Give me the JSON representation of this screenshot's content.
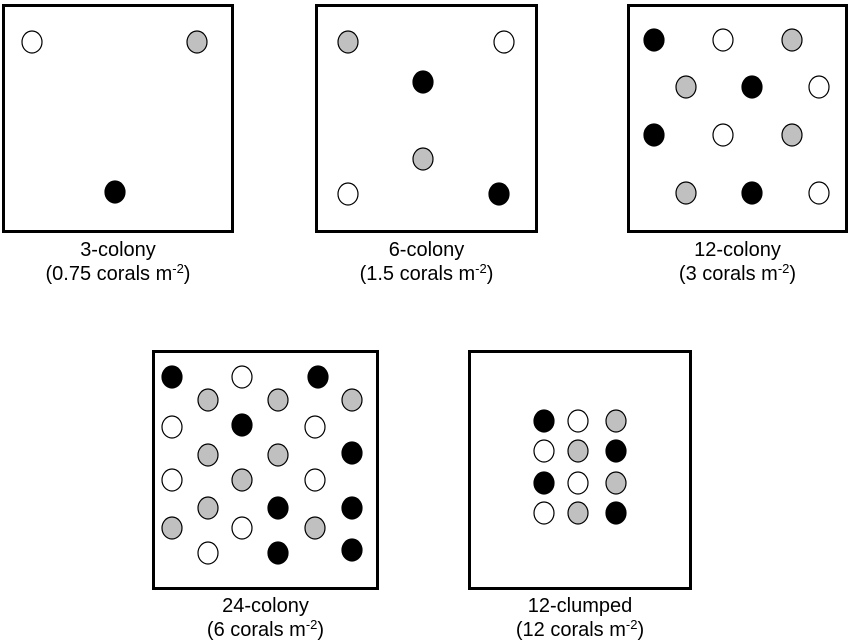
{
  "colors": {
    "black": "#000000",
    "gray": "#c0c0c0",
    "white": "#ffffff"
  },
  "panels": [
    {
      "label": "3-colony",
      "density_prefix": "(0.75 corals m",
      "density_exp": "-2",
      "density_suffix": ")",
      "colonies": [
        "white",
        "gray",
        "black"
      ]
    },
    {
      "label": "6-colony",
      "density_prefix": "(1.5 corals m",
      "density_exp": "-2",
      "density_suffix": ")",
      "colonies": [
        "gray",
        "white",
        "black",
        "gray",
        "white",
        "black"
      ]
    },
    {
      "label": "12-colony",
      "density_prefix": "(3 corals m",
      "density_exp": "-2",
      "density_suffix": ")",
      "colonies": [
        "black",
        "white",
        "gray",
        "gray",
        "black",
        "white",
        "black",
        "white",
        "gray",
        "gray",
        "black",
        "white"
      ]
    },
    {
      "label": "24-colony",
      "density_prefix": "(6 corals m",
      "density_exp": "-2",
      "density_suffix": ")",
      "colonies": [
        "black",
        "white",
        "black",
        "gray",
        "gray",
        "gray",
        "white",
        "black",
        "white",
        "gray",
        "black",
        "gray",
        "white",
        "gray",
        "white",
        "black",
        "gray",
        "black",
        "gray",
        "white",
        "gray",
        "white",
        "black",
        "black"
      ]
    },
    {
      "label": "12-clumped",
      "density_prefix": "(12 corals m",
      "density_exp": "-2",
      "density_suffix": ")",
      "colonies": [
        "black",
        "white",
        "gray",
        "white",
        "gray",
        "black",
        "black",
        "white",
        "gray",
        "white",
        "gray",
        "black"
      ]
    }
  ]
}
